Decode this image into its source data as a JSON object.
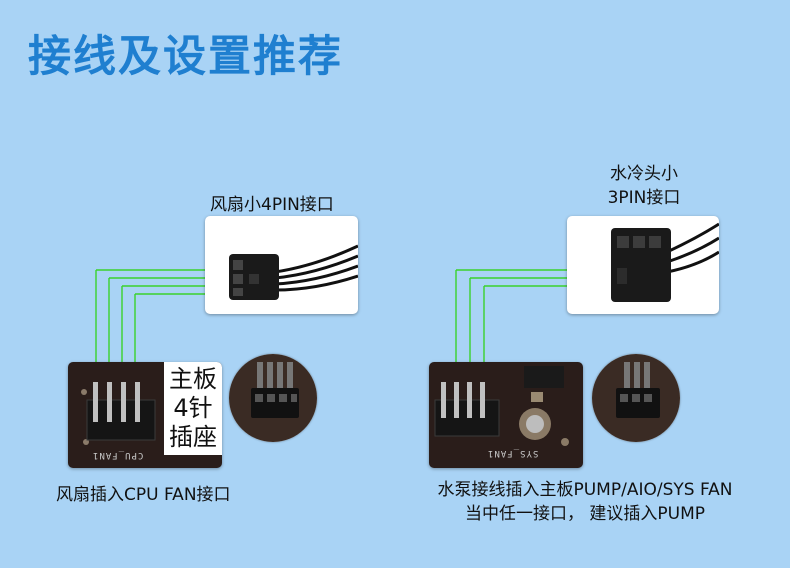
{
  "title": "接线及设置推荐",
  "left": {
    "fan_connector_label": "风扇小4PIN接口",
    "header_label": [
      "主板",
      "4针",
      "插座"
    ],
    "board_silkscreen": "CPU_FAN1",
    "caption": "风扇插入CPU FAN接口"
  },
  "right": {
    "pump_connector_label": [
      "水冷头小",
      "3PIN接口"
    ],
    "board_silkscreen": "SYS_FAN1",
    "caption": [
      "水泵接线插入主板PUMP/AIO/SYS FAN",
      "当中任一接口， 建议插入PUMP"
    ]
  },
  "colors": {
    "background": "#a9d3f5",
    "title": "#1f7fd0",
    "guide_line": "#3ad12c",
    "pcb": "#2a1d1a"
  }
}
